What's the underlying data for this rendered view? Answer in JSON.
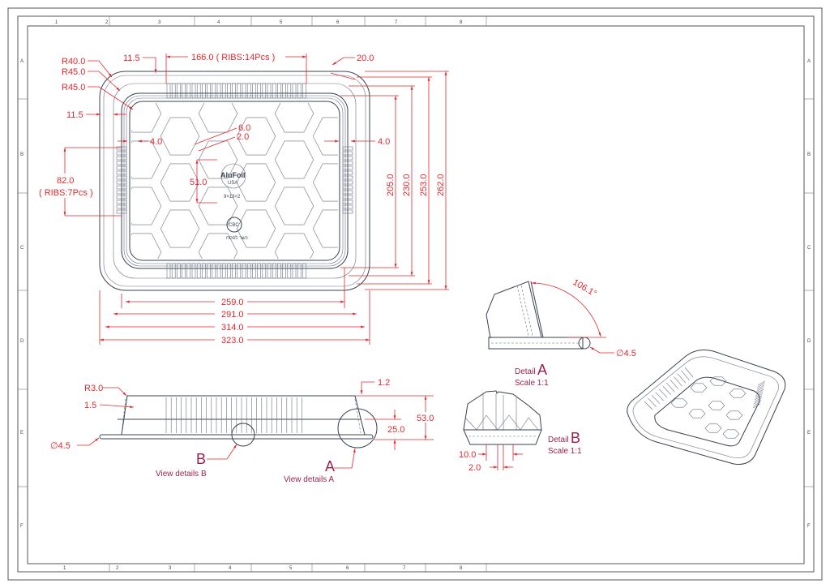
{
  "grid": {
    "columns_top": [
      "1",
      "2",
      "3",
      "4",
      "5",
      "6",
      "7",
      "8"
    ],
    "columns_bottom": [
      "1",
      "2",
      "3",
      "4",
      "5",
      "6",
      "7",
      "8"
    ],
    "rows": [
      "A",
      "B",
      "C",
      "D",
      "E",
      "F"
    ]
  },
  "top_view": {
    "logo_text": "AluFoil",
    "logo_sub": "USA",
    "logo_code": "9×13×2",
    "cert_mark": "CBC",
    "cert_sub": "כשר לפסח",
    "dims": {
      "r40": "R40.0",
      "r45a": "R45.0",
      "r45b": "R45.0",
      "top_11_5": "11.5",
      "left_11_5": "11.5",
      "ribs_top": "166.0 ( RIBS:14Pcs )",
      "corner_20": "20.0",
      "rib_6": "6.0",
      "rib_2": "2.0",
      "left_4": "4.0",
      "right_4": "4.0",
      "left_82": "82.0",
      "left_ribs": "( RIBS:7Pcs )",
      "hex_51": "51.0",
      "w259": "259.0",
      "w291": "291.0",
      "w314": "314.0",
      "w323": "323.0",
      "h205": "205.0",
      "h230": "230.0",
      "h253": "253.0",
      "h262": "262.0"
    }
  },
  "side_view": {
    "dims": {
      "r3": "R3.0",
      "t1_5": "1.5",
      "dia": "∅4.5",
      "d1_2": "1.2",
      "h53": "53.0",
      "h25": "25.0"
    },
    "callout_b": "B",
    "callout_b_label": "View details B",
    "callout_a": "A",
    "callout_a_label": "View details A"
  },
  "detail_a": {
    "angle": "106.1°",
    "dia": "∅4.5",
    "title": "Detail",
    "letter": "A",
    "scale": "Scale 1:1"
  },
  "detail_b": {
    "d10": "10.0",
    "d2": "2.0",
    "title": "Detail",
    "letter": "B",
    "scale": "Scale 1:1"
  },
  "colors": {
    "dimension": "#e0282e",
    "label": "#9b2148",
    "line": "#3a4050"
  }
}
